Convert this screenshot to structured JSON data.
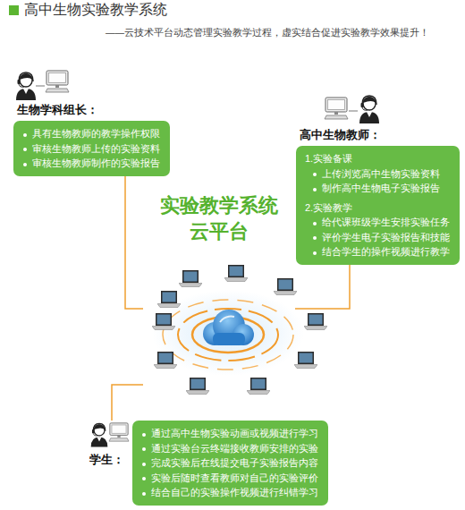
{
  "diagram": {
    "title": "高中生物实验教学系统",
    "nodes": [
      {
        "text": [
          "生物学科组长：",
          "具有生物教师的教学操作权限",
          "审核生物教师上传的实验资料",
          "审核生物教师制作的实验报告"
        ]
      },
      {
        "text": [
          "高中生物教师：",
          "1.实验备课",
          "上传浏览高中生物实验资料",
          "制作高中生物电子实验报告",
          "2.实验教学",
          "给代课班级学生安排实验任务",
          "评价学生电子实验报告和技能",
          "结合学生的操作视频进行教学"
        ]
      },
      {
        "text": [
          "实验教学系统 云平台"
        ]
      },
      {
        "text": [
          "学生：",
          "通过高中生物实验动画或视频进行学习",
          "通过实验台云终端接收教师安排的实验",
          "完成实验后在线提交电子实验报告内容",
          "实验后随时查看教师对自己的实验评价",
          "结合自己的实验操作视频进行纠错学习"
        ]
      }
    ],
    "edges": [
      {
        "from": 0,
        "to": 2,
        "arrow": "none"
      },
      {
        "from": 1,
        "to": 2,
        "arrow": "none"
      },
      {
        "from": 2,
        "to": 3,
        "arrow": "none"
      }
    ],
    "labels": [
      "——云技术平台动态管理实验教学过程，虚实结合促进实验教学效果提升！"
    ]
  }
}
